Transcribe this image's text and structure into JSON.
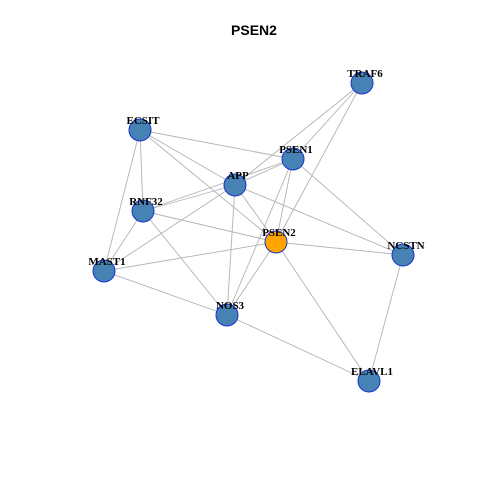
{
  "graph": {
    "title": "PSEN2",
    "colors": {
      "default_node": "#4682b4",
      "focus_node": "#ffa500",
      "node_border": "#1a33cc",
      "edge": "#b3b3b3"
    },
    "nodes": [
      {
        "id": "TRAF6",
        "label": "TRAF6",
        "focus": false
      },
      {
        "id": "ECSIT",
        "label": "ECSIT",
        "focus": false
      },
      {
        "id": "PSEN1",
        "label": "PSEN1",
        "focus": false
      },
      {
        "id": "APP",
        "label": "APP",
        "focus": false
      },
      {
        "id": "RNF32",
        "label": "RNF32",
        "focus": false
      },
      {
        "id": "PSEN2",
        "label": "PSEN2",
        "focus": true
      },
      {
        "id": "NCSTN",
        "label": "NCSTN",
        "focus": false
      },
      {
        "id": "MAST1",
        "label": "MAST1",
        "focus": false
      },
      {
        "id": "NOS3",
        "label": "NOS3",
        "focus": false
      },
      {
        "id": "ELAVL1",
        "label": "ELAVL1",
        "focus": false
      }
    ],
    "edges": [
      [
        "TRAF6",
        "PSEN1"
      ],
      [
        "TRAF6",
        "APP"
      ],
      [
        "TRAF6",
        "PSEN2"
      ],
      [
        "ECSIT",
        "PSEN1"
      ],
      [
        "ECSIT",
        "APP"
      ],
      [
        "ECSIT",
        "RNF32"
      ],
      [
        "ECSIT",
        "MAST1"
      ],
      [
        "ECSIT",
        "PSEN2"
      ],
      [
        "PSEN1",
        "APP"
      ],
      [
        "PSEN1",
        "RNF32"
      ],
      [
        "PSEN1",
        "PSEN2"
      ],
      [
        "PSEN1",
        "NCSTN"
      ],
      [
        "PSEN1",
        "NOS3"
      ],
      [
        "APP",
        "RNF32"
      ],
      [
        "APP",
        "MAST1"
      ],
      [
        "APP",
        "NOS3"
      ],
      [
        "APP",
        "NCSTN"
      ],
      [
        "APP",
        "PSEN2"
      ],
      [
        "RNF32",
        "MAST1"
      ],
      [
        "RNF32",
        "PSEN2"
      ],
      [
        "RNF32",
        "NOS3"
      ],
      [
        "PSEN2",
        "NCSTN"
      ],
      [
        "PSEN2",
        "MAST1"
      ],
      [
        "PSEN2",
        "NOS3"
      ],
      [
        "PSEN2",
        "ELAVL1"
      ],
      [
        "NCSTN",
        "ELAVL1"
      ],
      [
        "MAST1",
        "NOS3"
      ],
      [
        "NOS3",
        "ELAVL1"
      ]
    ]
  }
}
